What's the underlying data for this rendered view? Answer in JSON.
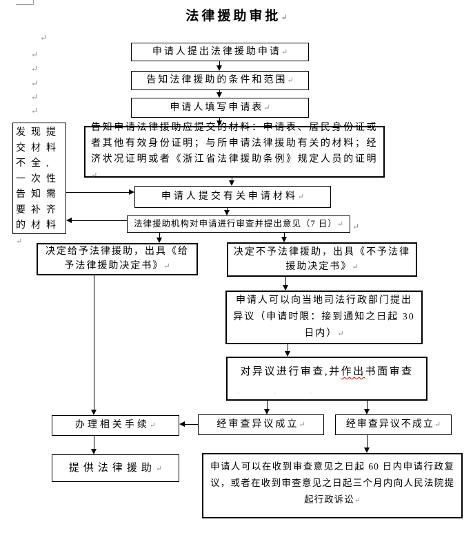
{
  "page": {
    "title": "法律援助审批"
  },
  "marks": {
    "return_glyph": "↵",
    "faint_dots": "· · ·"
  },
  "flowchart": {
    "apply": "申请人提出法律援助申请",
    "inform_conditions": "告知法律援助的条件和范围",
    "fill_form": "申请人填写申请表",
    "materials_notice": "告知申请法律援助应提交的材料：申请表、居民身份证或者其他有效身份证明；与所申请法律援助有关的材料；经济状况证明或者《浙江省法律援助条例》规定人员的证明",
    "incomplete_notice": "发现提交材料不全,一次性告知需要补齐的材料",
    "submit_materials": "申请人提交有关申请材料",
    "review": "法律援助机构对申请进行审查并提出意见（7 日）",
    "grant": "决定给予法律援助，出具《给予法律援助决定书》",
    "deny": "决定不予法律援助，出具《不予法律援助决定书》",
    "objection": "申请人可以向当地司法行政部门提出异议（申请时限：接到通知之日起 30 日内）",
    "objection_review_pre": "对异议进行审查,并",
    "objection_review_marked": "作出",
    "objection_review_post": "书面审查",
    "handle_procedures": "办理相关手续",
    "objection_valid": "经审查异议成立",
    "objection_invalid": "经审查异议不成立",
    "provide_aid": "提供法律援助",
    "remedy": "申请人可以在收到审查意见之日起 60 日内申请行政复议，或者在收到审查意见之日起三个月内向人民法院提起行政诉讼"
  },
  "colors": {
    "line": "#000000",
    "text": "#000000",
    "return_mark": "#8a8a8a",
    "spellcheck_underline": "#cc0000"
  }
}
